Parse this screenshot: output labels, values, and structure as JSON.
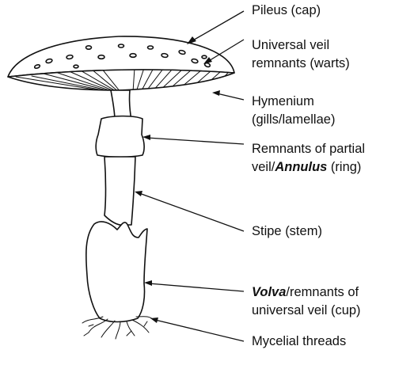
{
  "labels": {
    "pileus": "Pileus (cap)",
    "veil_remnants_line1": "Universal veil",
    "veil_remnants_line2": "remnants (warts)",
    "hymenium_line1": "Hymenium",
    "hymenium_line2": "(gills/lamellae)",
    "partial_veil_line1": "Remnants of partial",
    "partial_veil_line2_prefix": "veil/",
    "partial_veil_line2_emphasis": "Annulus",
    "partial_veil_line2_suffix": " (ring)",
    "stipe": "Stipe (stem)",
    "volva_line1_emphasis": "Volva",
    "volva_line1_suffix": "/remnants of",
    "volva_line2": "universal veil (cup)",
    "mycelial": "Mycelial threads"
  },
  "colors": {
    "ink": "#111111",
    "background": "#ffffff"
  }
}
